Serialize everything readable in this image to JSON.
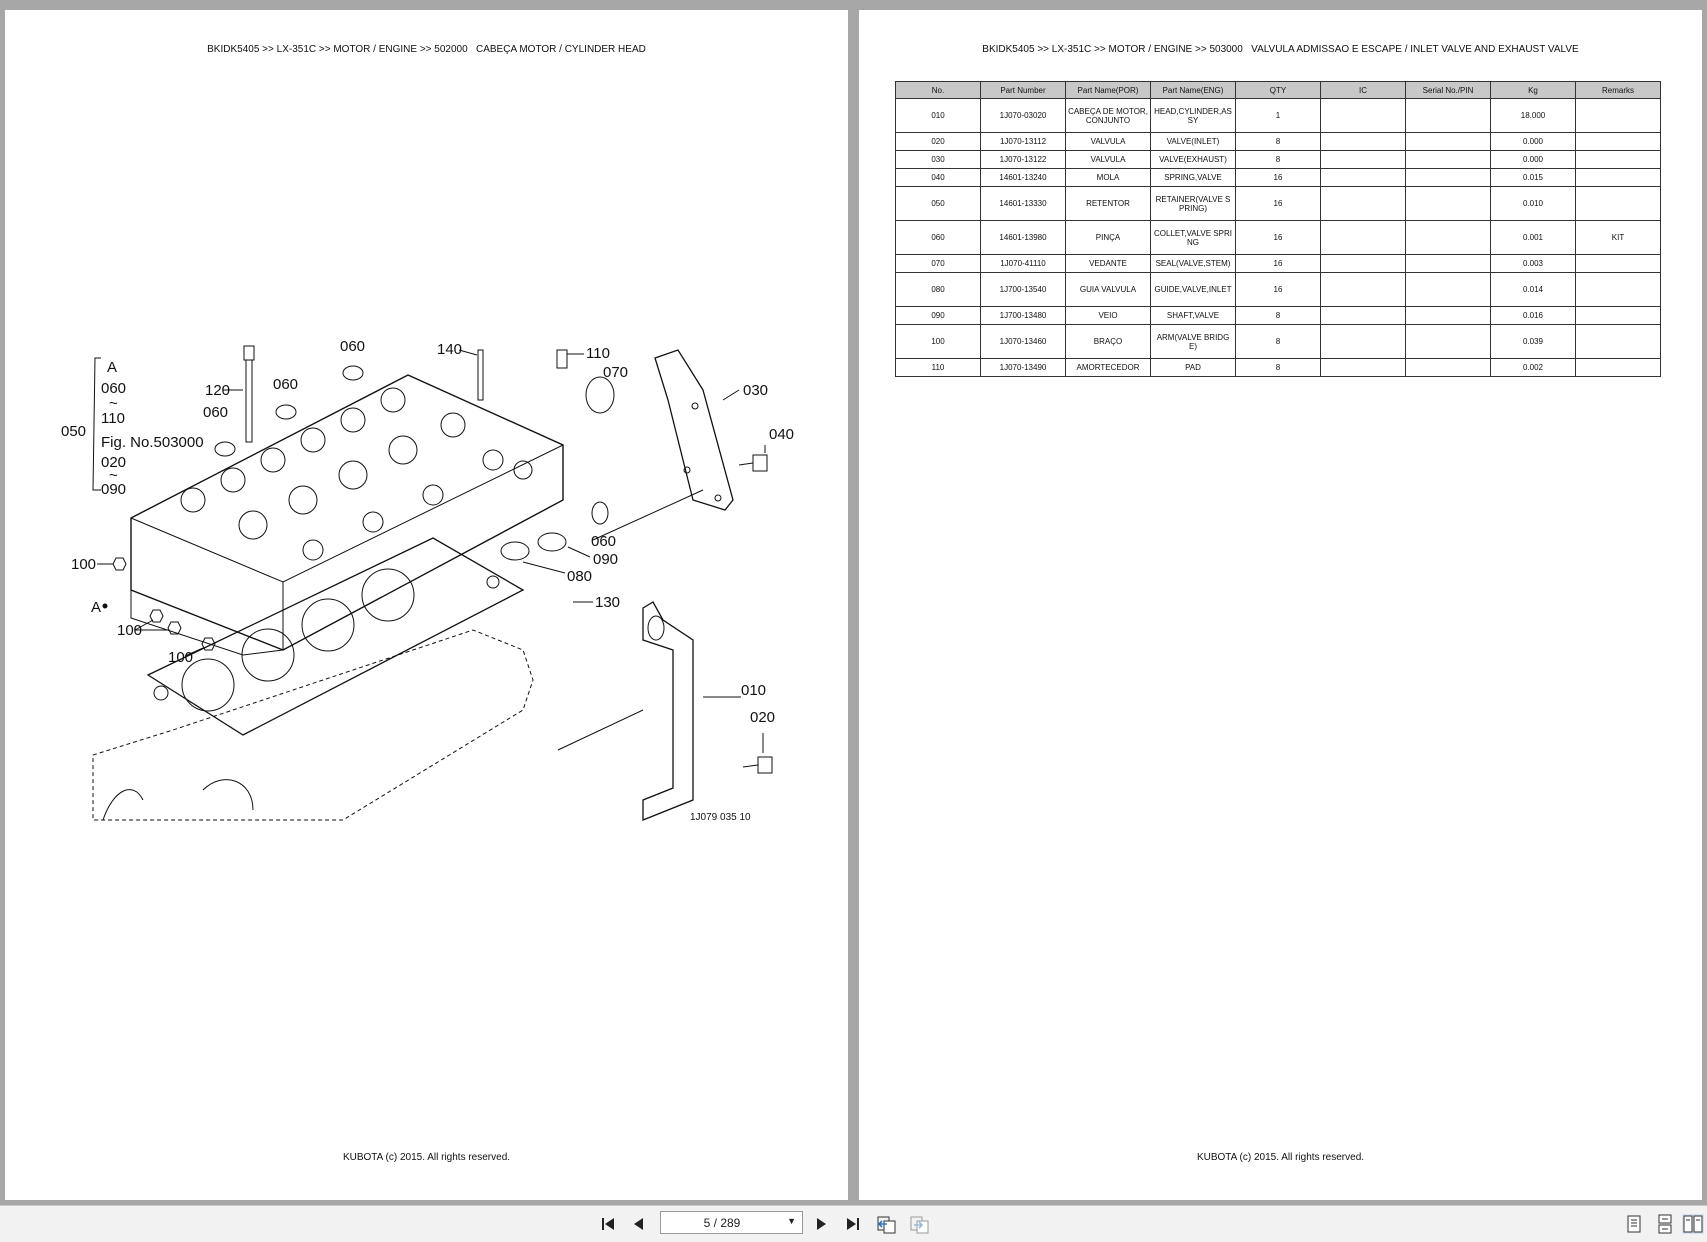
{
  "left_page": {
    "header": "BKIDK5405 >> LX-351C >> MOTOR / ENGINE >> 502000   CABEÇA MOTOR / CYLINDER HEAD",
    "footer": "KUBOTA (c) 2015. All rights reserved.",
    "diagram": {
      "labels": {
        "a_top": "A",
        "r060a": "060",
        "tilde1": "~",
        "r110": "110",
        "fig": "Fig. No.503000",
        "r020": "020",
        "tilde2": "~",
        "r090": "090",
        "l050": "050",
        "l120": "120",
        "l060_1": "060",
        "l060_2": "060",
        "l060_3": "060",
        "l140": "140",
        "l110": "110",
        "l070": "070",
        "l030": "030",
        "l040": "040",
        "l060_4": "060",
        "l090": "090",
        "l080": "080",
        "l130": "130",
        "l100_1": "100",
        "l_a": "A",
        "l100_2": "100",
        "l100_3": "100",
        "l010": "010",
        "l020": "020",
        "code": "1J079  035  10"
      }
    }
  },
  "right_page": {
    "header": "BKIDK5405 >> LX-351C >> MOTOR / ENGINE >> 503000   VALVULA ADMISSAO E ESCAPE / INLET VALVE AND EXHAUST VALVE",
    "footer": "KUBOTA (c) 2015. All rights reserved.",
    "table": {
      "columns": [
        "No.",
        "Part Number",
        "Part Name(POR)",
        "Part Name(ENG)",
        "QTY",
        "IC",
        "Serial No./PIN",
        "Kg",
        "Remarks"
      ],
      "rows": [
        [
          "010",
          "1J070-03020",
          "CABEÇA DE MOTOR, CONJUNTO",
          "HEAD,CYLINDER,ASSY",
          "1",
          "",
          "",
          "18.000",
          ""
        ],
        [
          "020",
          "1J070-13112",
          "VALVULA",
          "VALVE(INLET)",
          "8",
          "",
          "",
          "0.000",
          ""
        ],
        [
          "030",
          "1J070-13122",
          "VALVULA",
          "VALVE(EXHAUST)",
          "8",
          "",
          "",
          "0.000",
          ""
        ],
        [
          "040",
          "14601-13240",
          "MOLA",
          "SPRING,VALVE",
          "16",
          "",
          "",
          "0.015",
          ""
        ],
        [
          "050",
          "14601-13330",
          "RETENTOR",
          "RETAINER(VALVE SPRING)",
          "16",
          "",
          "",
          "0.010",
          ""
        ],
        [
          "060",
          "14601-13980",
          "PINÇA",
          "COLLET,VALVE SPRING",
          "16",
          "",
          "",
          "0.001",
          "KIT"
        ],
        [
          "070",
          "1J070-41110",
          "VEDANTE",
          "SEAL(VALVE,STEM)",
          "16",
          "",
          "",
          "0.003",
          ""
        ],
        [
          "080",
          "1J700-13540",
          "GUIA VALVULA",
          "GUIDE,VALVE,INLET",
          "16",
          "",
          "",
          "0.014",
          ""
        ],
        [
          "090",
          "1J700-13480",
          "VEIO",
          "SHAFT,VALVE",
          "8",
          "",
          "",
          "0.016",
          ""
        ],
        [
          "100",
          "1J070-13460",
          "BRAÇO",
          "ARM(VALVE BRIDGE)",
          "8",
          "",
          "",
          "0.039",
          ""
        ],
        [
          "110",
          "1J070-13490",
          "AMORTECEDOR",
          "PAD",
          "8",
          "",
          "",
          "0.002",
          ""
        ]
      ]
    }
  },
  "toolbar": {
    "page_indicator": "5 / 289",
    "icons": [
      "first-page-icon",
      "previous-page-icon",
      "next-page-icon",
      "last-page-icon",
      "extract-page-icon",
      "insert-page-icon",
      "single-page-view-icon",
      "continuous-view-icon",
      "two-page-view-icon"
    ]
  }
}
